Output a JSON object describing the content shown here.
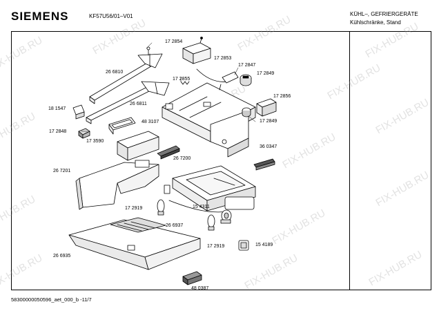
{
  "header": {
    "brand": "SIEMENS",
    "model": "KF57U56/01–V01",
    "category_line1": "KÜHL–, GEFRIERGERÄTE",
    "category_line2": "Kühlschränke, Stand"
  },
  "footer": {
    "doc_number": "58300000050596_aet_000_b -11/7"
  },
  "watermark": "FIX-HUB.RU",
  "part_labels": {
    "p172854": "17 2854",
    "p266810": "26 6810",
    "p172853": "17 2853",
    "p172847": "17 2847",
    "p172855": "17 2855",
    "p172849a": "17 2849",
    "p172856": "17 2856",
    "p181547": "18 1547",
    "p266811": "26 6811",
    "p172849b": "17 2849",
    "p172848": "17 2848",
    "p483107": "48 3107",
    "p173590": "17 3590",
    "p360347": "36 0347",
    "p267200": "26 7200",
    "p267201": "26 7201",
    "p172919a": "17 2919",
    "p154311": "15 4311",
    "p266937": "26 6937",
    "p172919b": "17 2919",
    "p154189": "15 4189",
    "p266935": "26 6935",
    "p480387": "48 0387"
  }
}
